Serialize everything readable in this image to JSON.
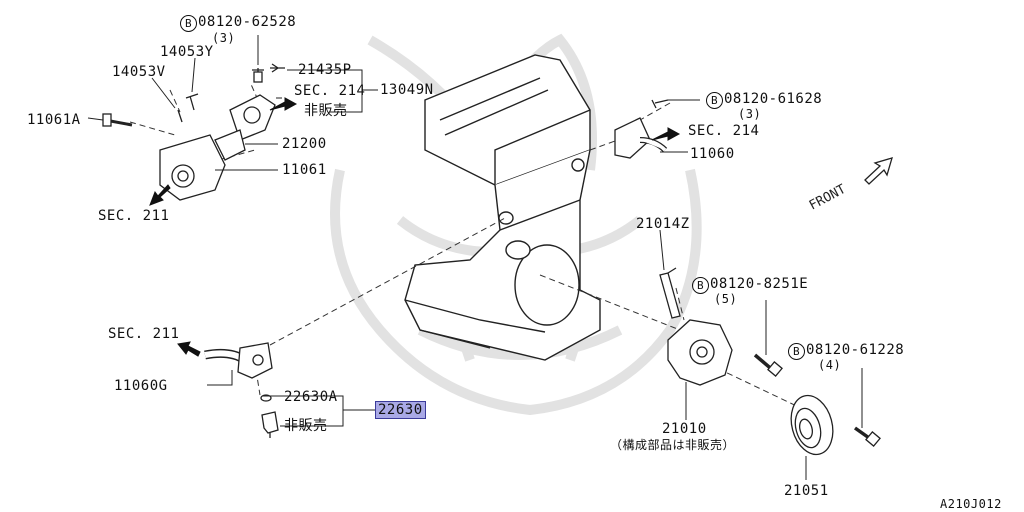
{
  "diagram_code": "A210J012",
  "front_label": "FRONT",
  "bolt_symbol": "B",
  "labels": {
    "b08120_62528": {
      "num": "08120-62528",
      "qty": "(3)"
    },
    "p14053Y": "14053Y",
    "p14053V": "14053V",
    "p11061A": "11061A",
    "p21435P": "21435P",
    "sec214_top": "SEC. 214",
    "nfs_top": "非販売",
    "p13049N": "13049N",
    "p21200": "21200",
    "p11061": "11061",
    "sec211_top": "SEC. 211",
    "b08120_61628": {
      "num": "08120-61628",
      "qty": "(3)"
    },
    "sec214_right": "SEC. 214",
    "p11060": "11060",
    "p21014Z": "21014Z",
    "b08120_8251E": {
      "num": "08120-8251E",
      "qty": "(5)"
    },
    "b08120_61228": {
      "num": "08120-61228",
      "qty": "(4)"
    },
    "sec211_bottom": "SEC. 211",
    "p11060G": "11060G",
    "p22630A": "22630A",
    "p22630": "22630",
    "nfs_bottom": "非販売",
    "p21010": "21010",
    "p21010_note": "（構成部品は非販売）",
    "p21051": "21051"
  },
  "colors": {
    "line": "#222222",
    "highlight_fill": "#a9a9e6",
    "watermark": "#e4e4e4"
  }
}
